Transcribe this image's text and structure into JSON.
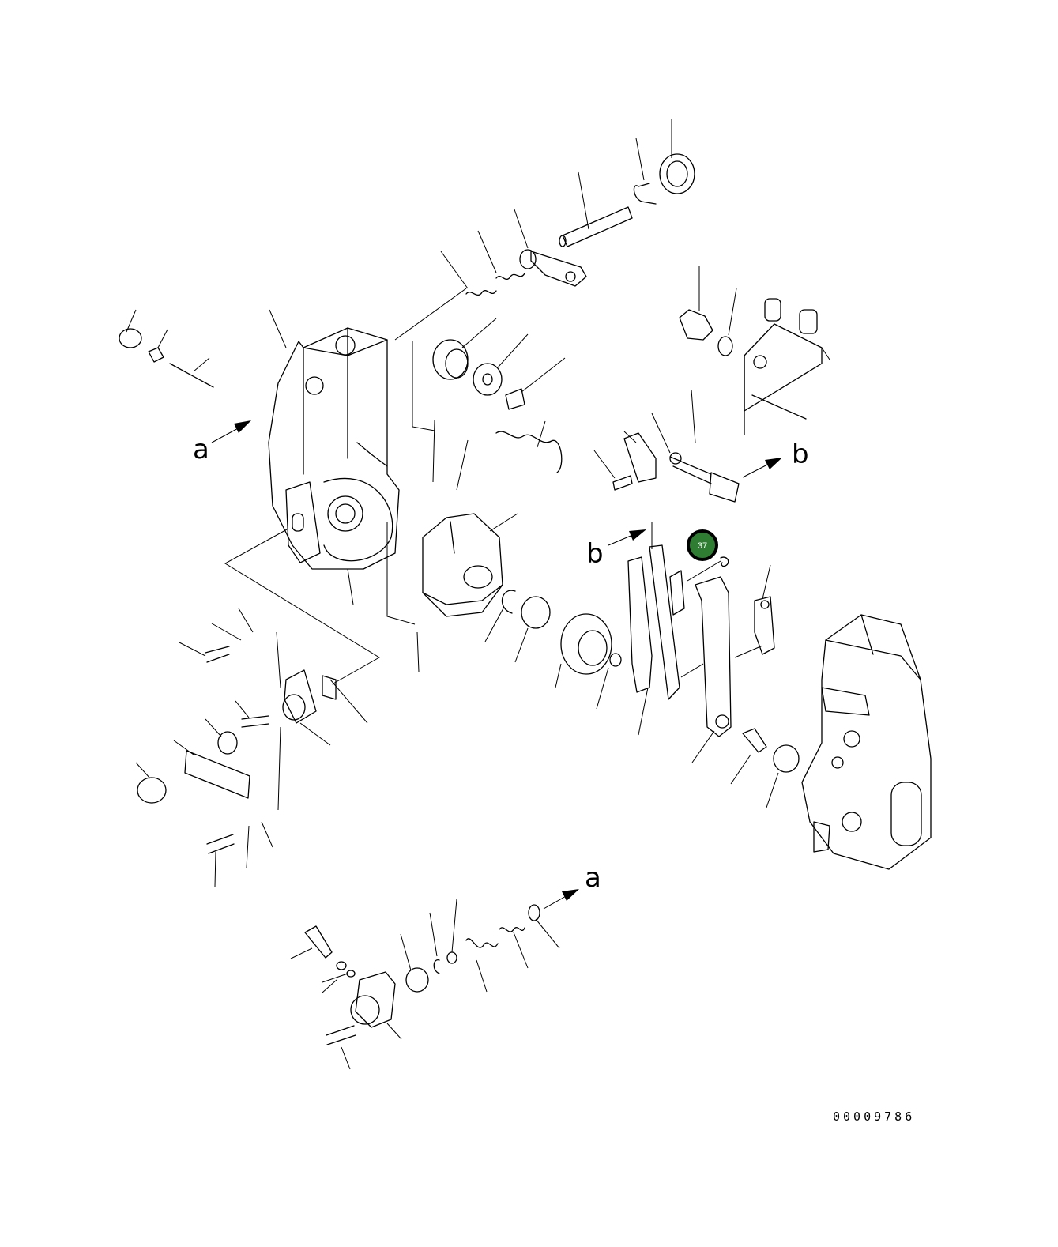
{
  "diagram": {
    "drawing_number": "00009786",
    "reference_letters": [
      "a",
      "a",
      "b",
      "b"
    ],
    "callout": {
      "label": "37",
      "color": "#2e7d32"
    }
  }
}
